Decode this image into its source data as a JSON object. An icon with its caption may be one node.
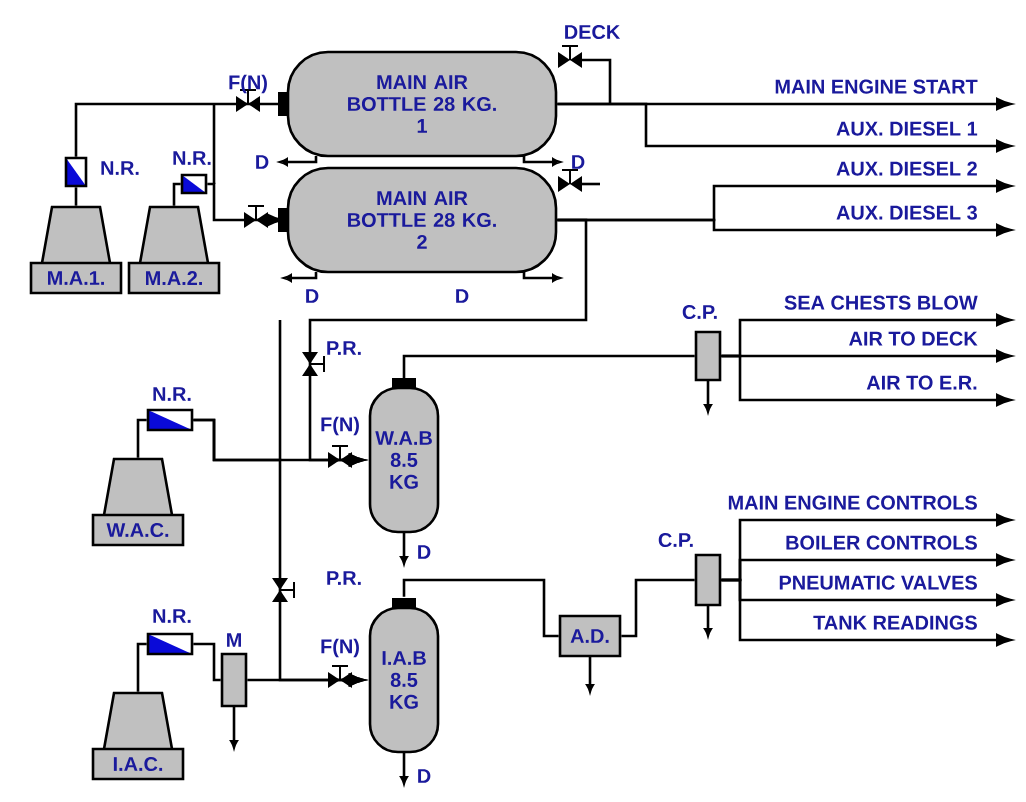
{
  "diagram": {
    "nodes": [
      {
        "text": [
          "MAIN AIR BOTTLE 28 KG.",
          "1"
        ],
        "beside": [
          "D",
          "D"
        ]
      },
      {
        "text": [
          "MAIN AIR BOTTLE 28 KG.",
          "2"
        ],
        "beside": [
          "D",
          "D"
        ]
      },
      {
        "text": [
          "M.A.1."
        ]
      },
      {
        "text": [
          "M.A.2."
        ]
      },
      {
        "text": [
          "W.A.C."
        ]
      },
      {
        "text": [
          "I.A.C."
        ]
      },
      {
        "text": [
          "W.A.B 8.5 KG"
        ],
        "beside": [
          "D"
        ]
      },
      {
        "text": [
          "I.A.B 8.5 KG"
        ],
        "beside": [
          "D"
        ]
      },
      {
        "text": [],
        "shape": "box",
        "beside": [
          "C.P."
        ]
      },
      {
        "text": [],
        "shape": "box",
        "beside": [
          "C.P."
        ]
      },
      {
        "text": [
          "A.D."
        ]
      },
      {
        "text": [],
        "shape": "box",
        "beside": [
          "M"
        ]
      },
      {
        "text": [],
        "shape": "box",
        "beside": [
          "N.R."
        ]
      },
      {
        "text": [],
        "shape": "box",
        "beside": [
          "N.R."
        ]
      },
      {
        "text": [],
        "shape": "box",
        "beside": [
          "N.R."
        ]
      },
      {
        "text": [],
        "shape": "box",
        "beside": [
          "N.R."
        ]
      }
    ],
    "edges": [
      {
        "from": 2,
        "to": 12,
        "arrow": "none"
      },
      {
        "from": 12,
        "to": 0,
        "arrow": "none"
      },
      {
        "from": 3,
        "to": 13,
        "arrow": "none"
      },
      {
        "from": 13,
        "to": 1,
        "arrow": "to"
      },
      {
        "from": 0,
        "to": null,
        "arrow": "to",
        "label": "MAIN ENGINE START"
      },
      {
        "from": 0,
        "to": null,
        "arrow": "to",
        "label": "AUX. DIESEL  1"
      },
      {
        "from": 1,
        "to": null,
        "arrow": "to",
        "label": "AUX. DIESEL  2"
      },
      {
        "from": 1,
        "to": null,
        "arrow": "to",
        "label": "AUX. DIESEL  3"
      },
      {
        "from": 1,
        "to": 6,
        "arrow": "to"
      },
      {
        "from": 4,
        "to": 14,
        "arrow": "none"
      },
      {
        "from": 14,
        "to": 6,
        "arrow": "to"
      },
      {
        "from": 14,
        "to": 7,
        "arrow": "to"
      },
      {
        "from": 5,
        "to": 15,
        "arrow": "none"
      },
      {
        "from": 15,
        "to": 11,
        "arrow": "none"
      },
      {
        "from": 11,
        "to": 7,
        "arrow": "to"
      },
      {
        "from": 6,
        "to": 8,
        "arrow": "none"
      },
      {
        "from": 8,
        "to": null,
        "arrow": "to",
        "label": "SEA CHESTS BLOW"
      },
      {
        "from": 8,
        "to": null,
        "arrow": "to",
        "label": "AIR TO DECK"
      },
      {
        "from": 8,
        "to": null,
        "arrow": "to",
        "label": "AIR TO E.R."
      },
      {
        "from": 7,
        "to": 10,
        "arrow": "none"
      },
      {
        "from": 10,
        "to": 9,
        "arrow": "none"
      },
      {
        "from": 9,
        "to": null,
        "arrow": "to",
        "label": "MAIN ENGINE CONTROLS"
      },
      {
        "from": 9,
        "to": null,
        "arrow": "to",
        "label": "BOILER CONTROLS"
      },
      {
        "from": 9,
        "to": null,
        "arrow": "to",
        "label": "PNEUMATIC VALVES"
      },
      {
        "from": 9,
        "to": null,
        "arrow": "to",
        "label": "TANK READINGS"
      }
    ],
    "labels": [
      "DECK",
      "F(N)",
      "P.R.",
      "F(N)",
      "P.R.",
      "F(N)"
    ]
  }
}
